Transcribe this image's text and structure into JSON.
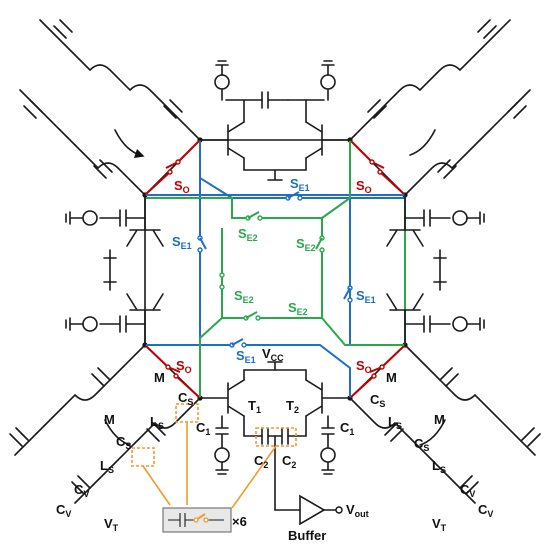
{
  "labels": {
    "so": {
      "main": "S",
      "sub": "O"
    },
    "se1": {
      "main": "S",
      "sub": "E1"
    },
    "se2": {
      "main": "S",
      "sub": "E2"
    },
    "vcc": {
      "main": "V",
      "sub": "CC"
    },
    "t1": {
      "main": "T",
      "sub": "1"
    },
    "t2": {
      "main": "T",
      "sub": "2"
    },
    "c1": {
      "main": "C",
      "sub": "1"
    },
    "c2": {
      "main": "C",
      "sub": "2"
    },
    "cs": {
      "main": "C",
      "sub": "S"
    },
    "ls": {
      "main": "L",
      "sub": "S"
    },
    "cv": {
      "main": "C",
      "sub": "V"
    },
    "vt": {
      "main": "V",
      "sub": "T"
    },
    "m": "M",
    "vout": {
      "main": "V",
      "sub": "out"
    },
    "buffer": "Buffer",
    "x6": "×6"
  },
  "colors": {
    "wire": "#1a1a1a",
    "switch_o": "#c00000",
    "switch_e1": "#1f6fc2",
    "switch_e2": "#2aa84a",
    "highlight": "#f29a2e"
  }
}
